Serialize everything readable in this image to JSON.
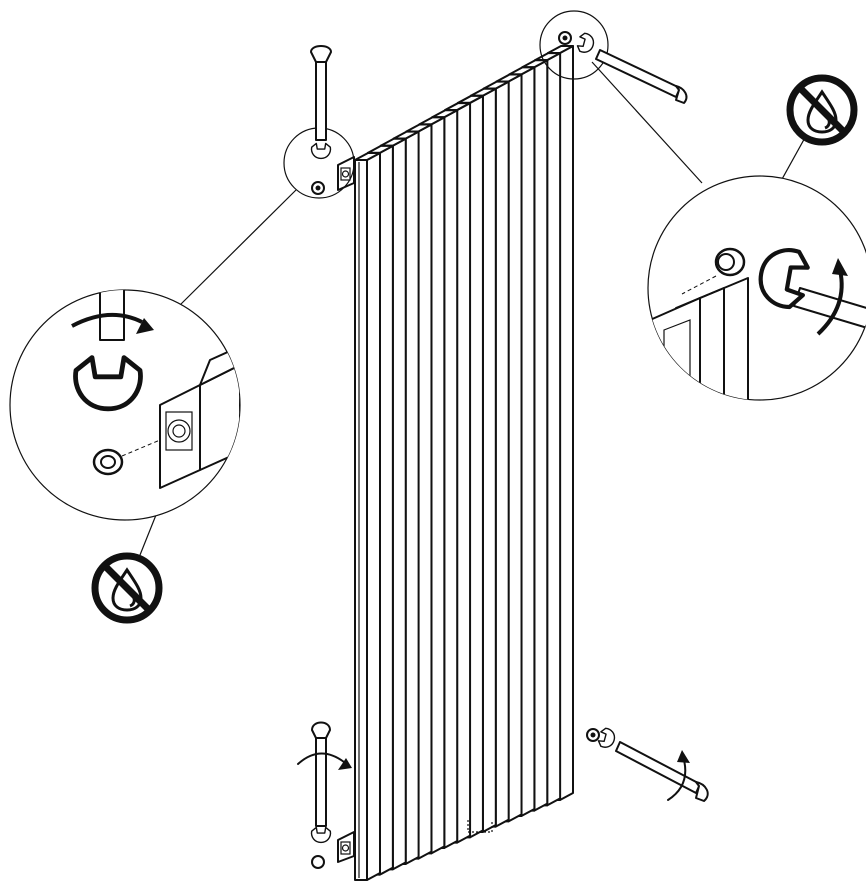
{
  "diagram": {
    "subject": "vertical-column-radiator-installation",
    "fin_count": 16,
    "colors": {
      "stroke": "#111111",
      "background": "#ffffff"
    },
    "icons": [
      "wrench-icon",
      "plug-icon",
      "no-sealant-icon",
      "rotation-arrow-icon",
      "magnifier-circle"
    ],
    "callouts": [
      {
        "id": "callout-top-left",
        "action": "tighten-plug",
        "rotation": "clockwise",
        "shows_no_sealant_sign": true
      },
      {
        "id": "callout-top-right",
        "action": "tighten-plug",
        "rotation": "clockwise",
        "shows_no_sealant_sign": true
      }
    ]
  }
}
